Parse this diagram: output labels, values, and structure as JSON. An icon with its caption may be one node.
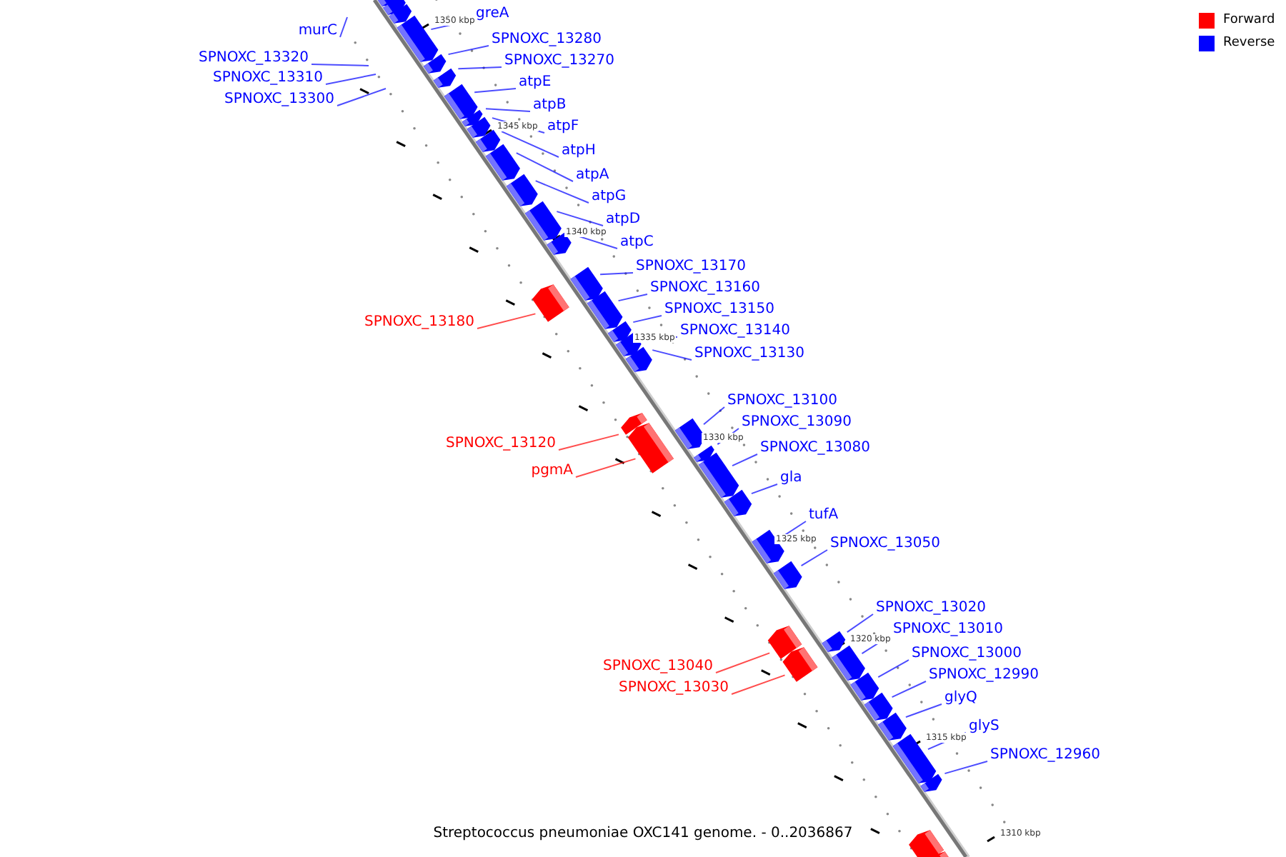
{
  "diagram": {
    "caption": "Streptococcus pneumoniae OXC141 genome. - 0..2036867",
    "nodes": [
      {
        "text": [
          "murC"
        ]
      },
      {
        "text": [
          "SPNOXC_13320"
        ]
      },
      {
        "text": [
          "SPNOXC_13310"
        ]
      },
      {
        "text": [
          "SPNOXC_13300"
        ]
      },
      {
        "text": [
          "greA"
        ]
      },
      {
        "text": [
          "SPNOXC_13280"
        ]
      },
      {
        "text": [
          "SPNOXC_13270"
        ]
      },
      {
        "text": [
          "atpE"
        ]
      },
      {
        "text": [
          "atpB"
        ]
      },
      {
        "text": [
          "atpF"
        ]
      },
      {
        "text": [
          "atpH"
        ]
      },
      {
        "text": [
          "atpA"
        ]
      },
      {
        "text": [
          "atpG"
        ]
      },
      {
        "text": [
          "atpD"
        ]
      },
      {
        "text": [
          "atpC"
        ]
      },
      {
        "text": [
          "SPNOXC_13170"
        ]
      },
      {
        "text": [
          "SPNOXC_13180"
        ]
      },
      {
        "text": [
          "SPNOXC_13160"
        ]
      },
      {
        "text": [
          "SPNOXC_13150"
        ]
      },
      {
        "text": [
          "SPNOXC_13140"
        ]
      },
      {
        "text": [
          "SPNOXC_13130"
        ]
      },
      {
        "text": [
          "SPNOXC_13100"
        ]
      },
      {
        "text": [
          "SPNOXC_13090"
        ]
      },
      {
        "text": [
          "SPNOXC_13120"
        ]
      },
      {
        "text": [
          "SPNOXC_13080"
        ]
      },
      {
        "text": [
          "pgmA"
        ]
      },
      {
        "text": [
          "gla"
        ]
      },
      {
        "text": [
          "tufA"
        ]
      },
      {
        "text": [
          "SPNOXC_13050"
        ]
      },
      {
        "text": [
          "SPNOXC_13020"
        ]
      },
      {
        "text": [
          "SPNOXC_13010"
        ]
      },
      {
        "text": [
          "SPNOXC_13000"
        ]
      },
      {
        "text": [
          "SPNOXC_13040"
        ]
      },
      {
        "text": [
          "SPNOXC_12990"
        ]
      },
      {
        "text": [
          "SPNOXC_13030"
        ]
      },
      {
        "text": [
          "glyQ"
        ]
      },
      {
        "text": [
          "glyS"
        ]
      },
      {
        "text": [
          "SPNOXC_12960"
        ]
      },
      {
        "text": [],
        "shape": "bar"
      },
      {
        "text": [],
        "shape": "bar"
      },
      {
        "text": [],
        "shape": "bar"
      },
      {
        "text": [],
        "shape": "bar"
      },
      {
        "text": [],
        "shape": "bar"
      },
      {
        "text": [],
        "shape": "bar"
      },
      {
        "text": [],
        "shape": "bar"
      },
      {
        "text": [],
        "shape": "bar"
      },
      {
        "text": [],
        "shape": "bar"
      },
      {
        "text": [],
        "shape": "bar"
      },
      {
        "text": [],
        "shape": "bar"
      },
      {
        "text": [],
        "shape": "bar"
      },
      {
        "text": [],
        "shape": "bar"
      },
      {
        "text": [],
        "shape": "bar"
      },
      {
        "text": [],
        "shape": "bar"
      },
      {
        "text": [],
        "shape": "bar"
      },
      {
        "text": [],
        "shape": "bar"
      },
      {
        "text": [],
        "shape": "bar"
      },
      {
        "text": [],
        "shape": "bar"
      },
      {
        "text": [],
        "shape": "bar"
      },
      {
        "text": [],
        "shape": "bar"
      },
      {
        "text": [],
        "shape": "bar"
      },
      {
        "text": [],
        "shape": "bar"
      },
      {
        "text": [],
        "shape": "bar"
      },
      {
        "text": [],
        "shape": "bar"
      },
      {
        "text": [],
        "shape": "bar"
      },
      {
        "text": [],
        "shape": "bar"
      },
      {
        "text": [],
        "shape": "bar"
      },
      {
        "text": [],
        "shape": "bar"
      },
      {
        "text": [],
        "shape": "bar"
      },
      {
        "text": [],
        "shape": "bar"
      },
      {
        "text": [],
        "shape": "bar"
      },
      {
        "text": [],
        "shape": "bar"
      },
      {
        "text": [],
        "shape": "bar"
      },
      {
        "text": [],
        "shape": "bar"
      },
      {
        "text": [],
        "shape": "bar"
      },
      {
        "text": [],
        "shape": "bar"
      },
      {
        "text": [],
        "shape": "bar"
      },
      {
        "text": [],
        "shape": "bar"
      }
    ],
    "edges": [
      {
        "from": 0,
        "to": null,
        "arrow": "none"
      },
      {
        "from": 1,
        "to": null,
        "arrow": "none"
      },
      {
        "from": 2,
        "to": null,
        "arrow": "none"
      },
      {
        "from": 3,
        "to": null,
        "arrow": "none"
      },
      {
        "from": 4,
        "to": 41,
        "arrow": "none"
      },
      {
        "from": 5,
        "to": 42,
        "arrow": "none"
      },
      {
        "from": 6,
        "to": 43,
        "arrow": "none"
      },
      {
        "from": 7,
        "to": 44,
        "arrow": "none"
      },
      {
        "from": 8,
        "to": 45,
        "arrow": "none"
      },
      {
        "from": 9,
        "to": 46,
        "arrow": "none"
      },
      {
        "from": 10,
        "to": 47,
        "arrow": "none"
      },
      {
        "from": 11,
        "to": 48,
        "arrow": "none"
      },
      {
        "from": 12,
        "to": 49,
        "arrow": "none"
      },
      {
        "from": 13,
        "to": 50,
        "arrow": "none"
      },
      {
        "from": 14,
        "to": 51,
        "arrow": "none"
      },
      {
        "from": 15,
        "to": 52,
        "arrow": "none"
      },
      {
        "from": 16,
        "to": 53,
        "arrow": "none",
        "color": "#ff0000"
      },
      {
        "from": 17,
        "to": 54,
        "arrow": "none"
      },
      {
        "from": 18,
        "to": 55,
        "arrow": "none"
      },
      {
        "from": 19,
        "to": 56,
        "arrow": "none"
      },
      {
        "from": 20,
        "to": 57,
        "arrow": "none"
      },
      {
        "from": 21,
        "to": 58,
        "arrow": "none"
      },
      {
        "from": 22,
        "to": 59,
        "arrow": "none"
      },
      {
        "from": 23,
        "to": 60,
        "arrow": "none",
        "color": "#ff0000"
      },
      {
        "from": 24,
        "to": 61,
        "arrow": "none"
      },
      {
        "from": 25,
        "to": 62,
        "arrow": "none",
        "color": "#ff0000"
      },
      {
        "from": 26,
        "to": 63,
        "arrow": "none"
      },
      {
        "from": 27,
        "to": 64,
        "arrow": "none"
      },
      {
        "from": 28,
        "to": 65,
        "arrow": "none"
      },
      {
        "from": 29,
        "to": 66,
        "arrow": "none"
      },
      {
        "from": 30,
        "to": 67,
        "arrow": "none"
      },
      {
        "from": 31,
        "to": 68,
        "arrow": "none"
      },
      {
        "from": 32,
        "to": 69,
        "arrow": "none",
        "color": "#ff0000"
      },
      {
        "from": 33,
        "to": 70,
        "arrow": "none"
      },
      {
        "from": 34,
        "to": 71,
        "arrow": "none",
        "color": "#ff0000"
      },
      {
        "from": 35,
        "to": 72,
        "arrow": "none"
      },
      {
        "from": 36,
        "to": 73,
        "arrow": "none"
      },
      {
        "from": 37,
        "to": 74,
        "arrow": "none"
      }
    ],
    "labels": [
      "1350 kbp",
      "1345 kbp",
      "1340 kbp",
      "1335 kbp",
      "1330 kbp",
      "1325 kbp",
      "1320 kbp",
      "1315 kbp",
      "1310 kbp"
    ],
    "legend": [
      {
        "text": "Forward",
        "color": "#ff0000"
      },
      {
        "text": "Reverse",
        "color": "#0000ff"
      }
    ]
  }
}
